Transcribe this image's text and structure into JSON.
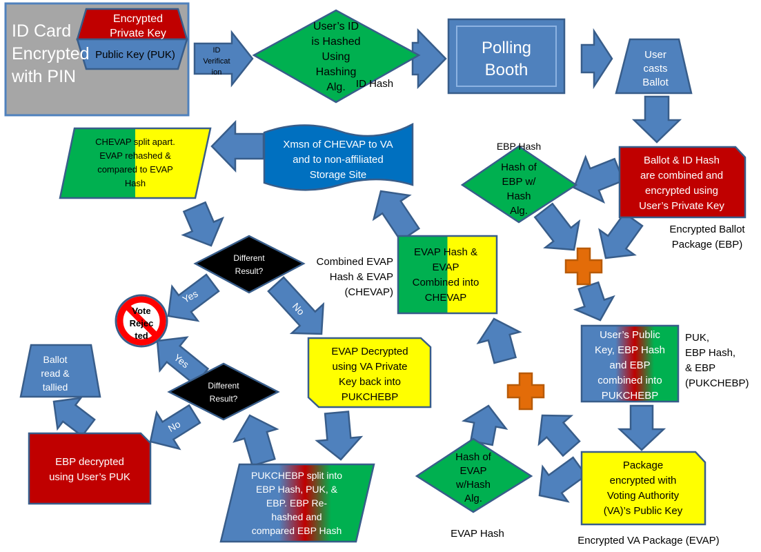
{
  "colors": {
    "arrow": "#4f81bd",
    "arrow_stroke": "#385d8a",
    "green": "#00b050",
    "red": "#c00000",
    "yellow": "#ffff00",
    "orange": "#e36c09",
    "banner": "#0070c0",
    "card_gray": "#a6a6a6",
    "decision_black": "#000000"
  },
  "nodes": {
    "id_card": {
      "lines": [
        "ID Card",
        "Encrypted",
        "with PIN"
      ]
    },
    "private_key": {
      "lines": [
        "Encrypted",
        "Private Key"
      ]
    },
    "public_key": {
      "lines": [
        "Public Key (PUK)"
      ]
    },
    "hash_id": {
      "lines": [
        "User’s ID",
        "is Hashed",
        "Using",
        "Hashing",
        "Alg."
      ]
    },
    "polling_booth": {
      "lines": [
        "Polling",
        "Booth"
      ]
    },
    "user_casts": {
      "lines": [
        "User",
        "casts",
        "Ballot"
      ]
    },
    "ballot_combined": {
      "lines": [
        "Ballot & ID Hash",
        "are combined and",
        "encrypted using",
        "User’s Private Key"
      ]
    },
    "hash_ebp": {
      "lines": [
        "Hash of",
        "EBP w/",
        "Hash",
        "Alg."
      ]
    },
    "pukchebp_combined": {
      "lines": [
        "User’s Public",
        "Key, EBP Hash",
        "and EBP",
        "combined into",
        "PUKCHEBP"
      ]
    },
    "package_encrypted": {
      "lines": [
        "Package",
        "encrypted with",
        "Voting Authority",
        "(VA)’s Public Key"
      ]
    },
    "hash_evap": {
      "lines": [
        "Hash of",
        "EVAP",
        "w/Hash",
        "Alg."
      ]
    },
    "chevap_combined": {
      "lines": [
        "EVAP Hash &",
        "EVAP",
        "Combined into",
        "CHEVAP"
      ]
    },
    "xmsn": {
      "lines": [
        "Xmsn of CHEVAP to VA",
        "and to non-affiliated",
        "Storage Site"
      ]
    },
    "chevap_split": {
      "lines": [
        "CHEVAP split apart.",
        "EVAP rehashed &",
        "compared to EVAP",
        "Hash"
      ]
    },
    "decision_1": {
      "lines": [
        "Different",
        "Result?"
      ]
    },
    "vote_rejected": {
      "lines": [
        "Vote",
        "Rejec",
        "ted"
      ]
    },
    "decision_2": {
      "lines": [
        "Different",
        "Result?"
      ]
    },
    "evap_decrypted": {
      "lines": [
        "EVAP Decrypted",
        "using VA Private",
        "Key back into",
        "PUKCHEBP"
      ]
    },
    "pukchebp_split": {
      "lines": [
        "PUKCHEBP split into",
        "EBP Hash, PUK, &",
        "EBP.  EBP Re-",
        "hashed and",
        "compared EBP Hash"
      ]
    },
    "ebp_decrypted": {
      "lines": [
        "EBP decrypted",
        "using User’s PUK"
      ]
    },
    "ballot_tallied": {
      "lines": [
        "Ballot",
        "read &",
        "tallied"
      ]
    }
  },
  "labels": {
    "id_verification": {
      "lines": [
        "ID",
        "Verificat",
        "ion"
      ]
    },
    "id_hash": {
      "lines": [
        "ID Hash"
      ]
    },
    "ebp_hash": {
      "lines": [
        "EBP Hash"
      ]
    },
    "ebp": {
      "lines": [
        "Encrypted Ballot",
        "Package (EBP)"
      ]
    },
    "pukchebp": {
      "lines": [
        "PUK,",
        "EBP Hash,",
        "& EBP",
        "(PUKCHEBP)"
      ]
    },
    "evap": {
      "lines": [
        "Encrypted VA Package (EVAP)"
      ]
    },
    "evap_hash": {
      "lines": [
        "EVAP Hash"
      ]
    },
    "chevap": {
      "lines": [
        "Combined EVAP",
        "Hash & EVAP",
        "(CHEVAP)"
      ]
    },
    "yes_1": {
      "lines": [
        "Yes"
      ]
    },
    "no_1": {
      "lines": [
        "No"
      ]
    },
    "yes_2": {
      "lines": [
        "Yes"
      ]
    },
    "no_2": {
      "lines": [
        "No"
      ]
    }
  }
}
